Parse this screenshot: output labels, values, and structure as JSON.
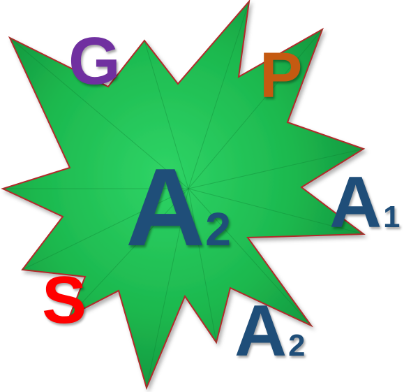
{
  "colors": {
    "star_fill": "#1cb84e",
    "star_stroke": "#b12a2a",
    "g": "#7030a0",
    "p": "#c55a11",
    "a_labels": "#1f4e79",
    "s": "#ff0000"
  },
  "labels": {
    "g": "G",
    "p": "P",
    "center": {
      "letter": "A",
      "subscript": "2"
    },
    "a1": {
      "letter": "A",
      "subscript": "1"
    },
    "s": "S",
    "a2_bottom": {
      "letter": "A",
      "subscript": "2"
    }
  }
}
